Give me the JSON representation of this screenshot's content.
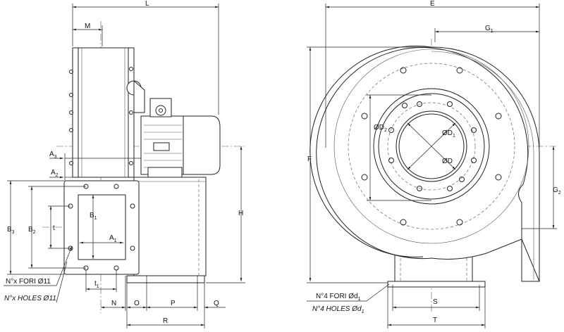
{
  "side_view": {
    "dims": {
      "L": {
        "main": "L",
        "sub": ""
      },
      "M": {
        "main": "M",
        "sub": ""
      },
      "A3": {
        "main": "A",
        "sub": "3"
      },
      "A2": {
        "main": "A",
        "sub": "2"
      },
      "A1": {
        "main": "A",
        "sub": "1"
      },
      "B3": {
        "main": "B",
        "sub": "3"
      },
      "B2": {
        "main": "B",
        "sub": "2"
      },
      "B1": {
        "main": "B",
        "sub": "1"
      },
      "t": {
        "main": "t",
        "sub": ""
      },
      "t1": {
        "main": "t",
        "sub": "1"
      },
      "N": {
        "main": "N",
        "sub": ""
      },
      "O": {
        "main": "O",
        "sub": ""
      },
      "P": {
        "main": "P",
        "sub": ""
      },
      "Q": {
        "main": "Q",
        "sub": ""
      },
      "R": {
        "main": "R",
        "sub": ""
      },
      "H": {
        "main": "H",
        "sub": ""
      }
    },
    "note_it": "N°x FORI Ø11",
    "note_en": "N°x HOLES Ø11"
  },
  "front_view": {
    "dims": {
      "E": {
        "main": "E",
        "sub": ""
      },
      "G1": {
        "main": "G",
        "sub": "1"
      },
      "G2": {
        "main": "G",
        "sub": "2"
      },
      "F": {
        "main": "F",
        "sub": ""
      },
      "D2": {
        "main": "ØD",
        "sub": "2"
      },
      "D1": {
        "main": "ØD",
        "sub": "1"
      },
      "D": {
        "main": "ØD",
        "sub": ""
      },
      "S": {
        "main": "S",
        "sub": ""
      },
      "T": {
        "main": "T",
        "sub": ""
      }
    },
    "note_it": {
      "main": "N°4 FORI Ød",
      "sub": "1"
    },
    "note_en": {
      "main": "N°4 HOLES Ød",
      "sub": "1"
    }
  }
}
